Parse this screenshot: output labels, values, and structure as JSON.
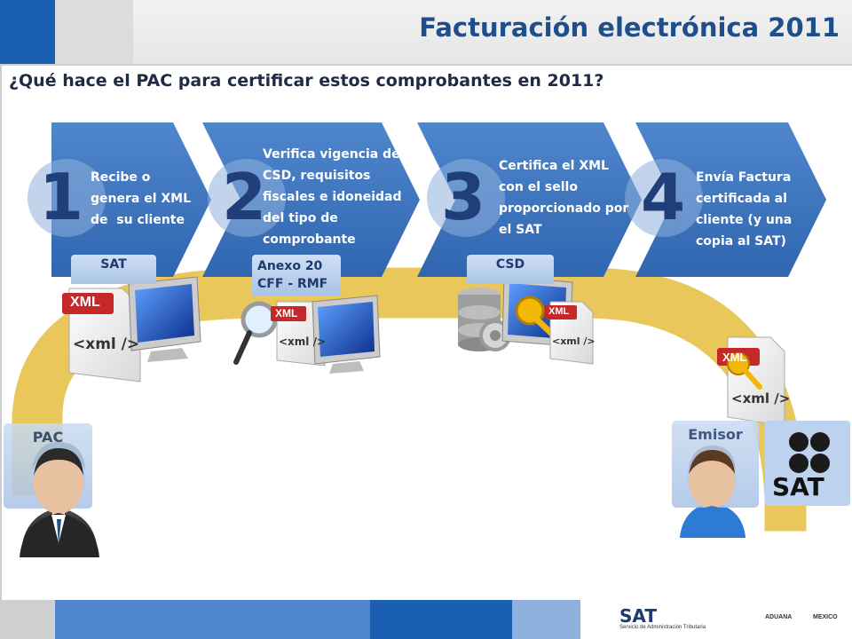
{
  "header": {
    "title": "Facturación electrónica 2011"
  },
  "subtitle": "¿Qué hace el PAC para certificar estos comprobantes  en 2011?",
  "steps": [
    {
      "number": "1",
      "lines": [
        "Recibe o",
        "genera el XML",
        "de  su cliente"
      ],
      "tab": [
        "SAT"
      ]
    },
    {
      "number": "2",
      "lines": [
        "Verifica vigencia de",
        "CSD, requisitos",
        "fiscales e idoneidad",
        "del tipo de",
        "comprobante"
      ],
      "tab": [
        "Anexo 20",
        "CFF - RMF"
      ]
    },
    {
      "number": "3",
      "lines": [
        "Certifica el XML",
        "con el sello",
        "proporcionado por",
        "el SAT"
      ],
      "tab": [
        "CSD"
      ]
    },
    {
      "number": "4",
      "lines": [
        "Envía Factura",
        "certificada al",
        "cliente (y una",
        "copia al SAT)"
      ],
      "tab": []
    }
  ],
  "icons": {
    "xml_label": "XML",
    "xml_tag": "<xml />"
  },
  "roles": {
    "left": "PAC",
    "right": "Emisor"
  },
  "logos": {
    "sat": "SAT",
    "sat_sub": "Servicio de Administración Tributaria",
    "aduana": "ADUANA",
    "mexico": "MEXICO"
  },
  "colors": {
    "accent": "#1b5fb3",
    "title": "#1f4e8c",
    "chevron": "#3f78c2",
    "arc": "#e9c75a"
  }
}
